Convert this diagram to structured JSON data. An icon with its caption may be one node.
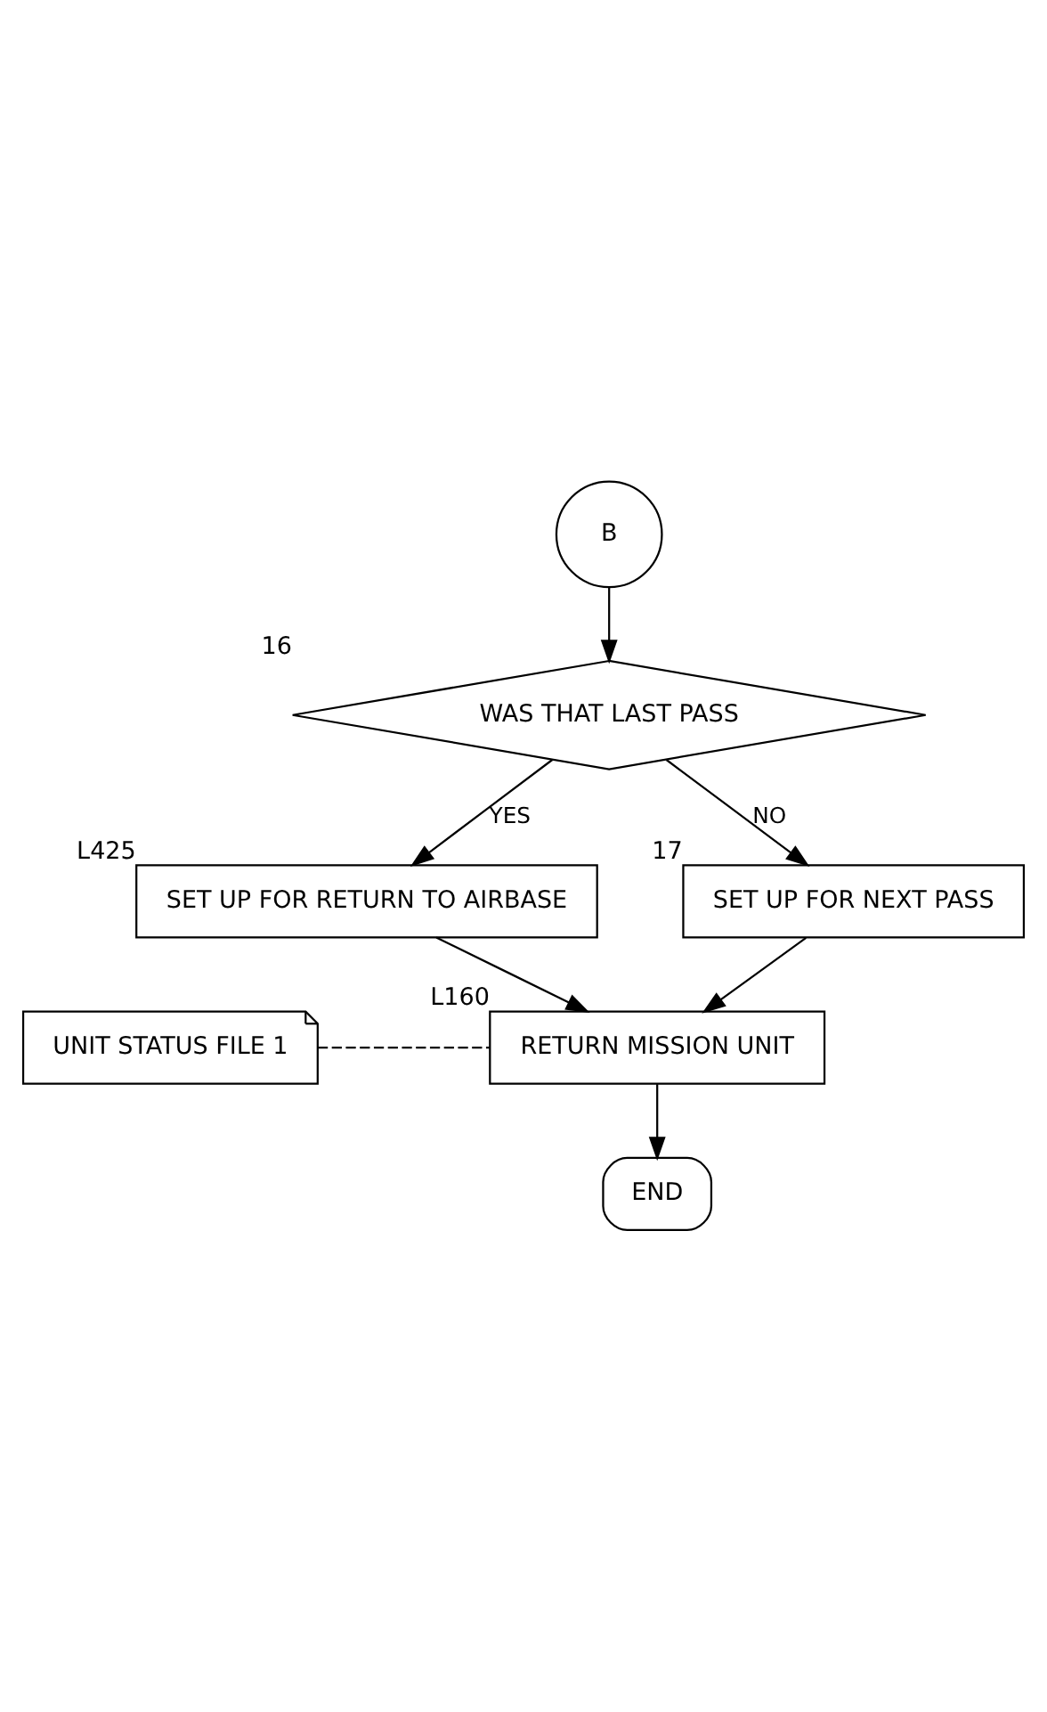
{
  "diagram": {
    "nodes": [
      {
        "text": [
          "B"
        ]
      },
      {
        "text": [
          "WAS THAT LAST PASS"
        ],
        "beside": [
          "16"
        ]
      },
      {
        "text": [
          "SET UP FOR RETURN TO AIRBASE"
        ],
        "beside": [
          "L425"
        ]
      },
      {
        "text": [
          "SET UP FOR NEXT PASS"
        ],
        "beside": [
          "17"
        ]
      },
      {
        "text": [
          "RETURN MISSION UNIT"
        ],
        "beside": [
          "L160"
        ]
      },
      {
        "text": [
          "UNIT STATUS FILE 1"
        ]
      },
      {
        "text": [
          "END"
        ]
      }
    ],
    "edges": [
      {
        "from": 0,
        "to": 1,
        "arrow": "to"
      },
      {
        "from": 1,
        "to": 3,
        "arrow": "to",
        "label": "NO"
      },
      {
        "from": 1,
        "to": 2,
        "arrow": "to",
        "label": "YES"
      },
      {
        "from": 2,
        "to": 4,
        "arrow": "to"
      },
      {
        "from": 3,
        "to": 4,
        "arrow": "to"
      },
      {
        "from": 5,
        "to": 4,
        "arrow": "none",
        "style": "dashed"
      },
      {
        "from": 4,
        "to": 6,
        "arrow": "to"
      }
    ]
  }
}
